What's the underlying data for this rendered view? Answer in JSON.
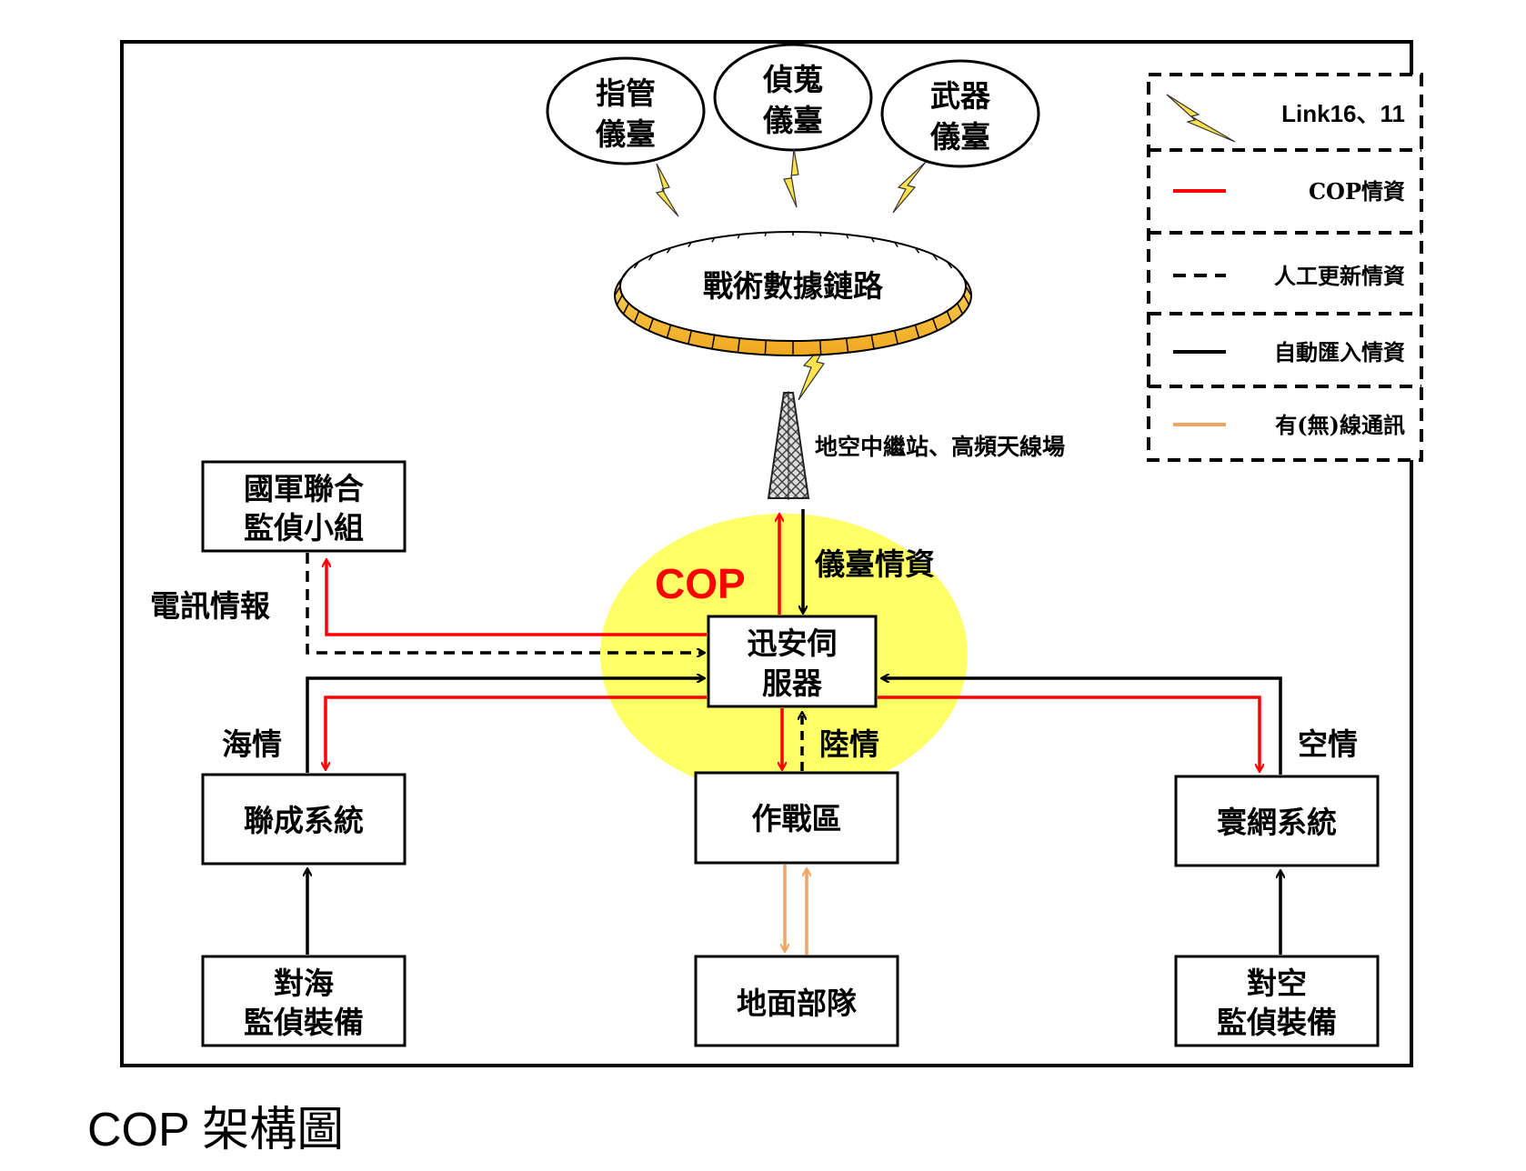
{
  "nodes": {
    "command_station": [
      "指管",
      "儀臺"
    ],
    "recon_station": [
      "偵蒐",
      "儀臺"
    ],
    "weapon_station": [
      "武器",
      "儀臺"
    ],
    "tactical_link": "戰術數據鏈路",
    "relay_station": "地空中繼站、高頻天線場",
    "joint_group": [
      "國軍聯合",
      "監偵小組"
    ],
    "server": [
      "迅安伺",
      "服器"
    ],
    "joint_system": "聯成系統",
    "combat_zone": "作戰區",
    "sky_net": "寰網系統",
    "sea_equipment": [
      "對海",
      "監偵裝備"
    ],
    "ground_forces": "地面部隊",
    "air_equipment": [
      "對空",
      "監偵裝備"
    ]
  },
  "edge_labels": {
    "cop": "COP",
    "station_intel": "儀臺情資",
    "telecom_intel": "電訊情報",
    "sea_intel": "海情",
    "land_intel": "陸情",
    "air_intel": "空情"
  },
  "legend": [
    {
      "key": "link",
      "label": "Link16、11"
    },
    {
      "key": "cop",
      "label": "COP情資"
    },
    {
      "key": "manual",
      "label": "人工更新情資"
    },
    {
      "key": "auto",
      "label": "自動匯入情資"
    },
    {
      "key": "comm",
      "label": "有(無)線通訊"
    }
  ],
  "caption": "COP 架構圖",
  "colors": {
    "cop_line": "#ff0000",
    "comm_line": "#f4a460",
    "cop_zone": "#ffff66",
    "link_ring": "#f5c63a",
    "lightning": "#ffe34d"
  }
}
